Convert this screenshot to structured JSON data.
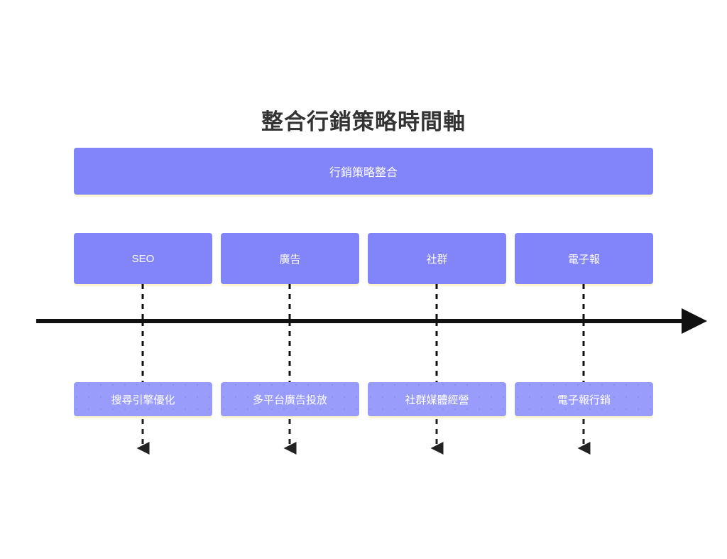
{
  "diagram": {
    "title": "整合行銷策略時間軸",
    "banner": {
      "label": "行銷策略整合"
    },
    "phases": [
      {
        "label": "SEO",
        "detail": "搜尋引擎優化"
      },
      {
        "label": "廣告",
        "detail": "多平台廣告投放"
      },
      {
        "label": "社群",
        "detail": "社群媒體經營"
      },
      {
        "label": "電子報",
        "detail": "電子報行銷"
      }
    ],
    "axis": {
      "name": "timeline-arrow",
      "direction": "left-to-right"
    },
    "colors": {
      "box_primary": "#8285fa",
      "box_secondary": "#9a9cfc",
      "box_shadow": "#fbf6cf",
      "title_text": "#333333",
      "box_text": "#ffffff",
      "axis": "#111111",
      "connector": "#111111",
      "background": "#ffffff"
    }
  }
}
